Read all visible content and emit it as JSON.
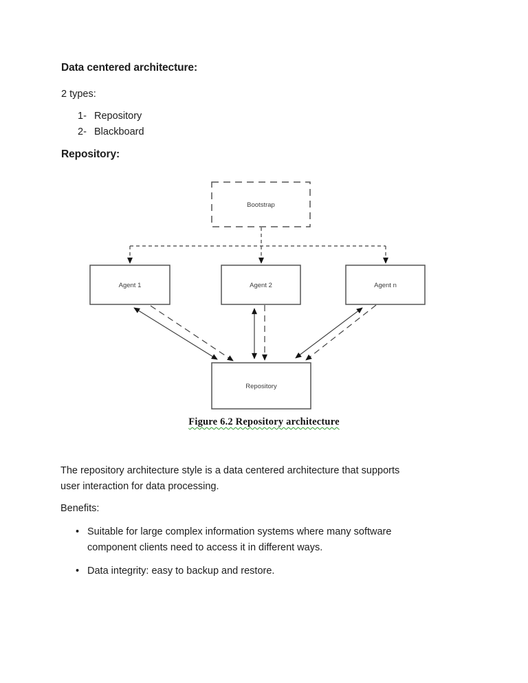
{
  "document": {
    "heading_data_centered": "Data centered architecture:",
    "types_intro": "2 types:",
    "types_list": [
      {
        "marker": "1-",
        "text": "Repository"
      },
      {
        "marker": "2-",
        "text": "Blackboard"
      }
    ],
    "heading_repository": "Repository:",
    "figure": {
      "caption": "Figure 6.2 Repository architecture",
      "nodes": {
        "bootstrap": "Bootstrap",
        "agent1": "Agent 1",
        "agent2": "Agent 2",
        "agentn": "Agent n",
        "repository": "Repository"
      }
    },
    "paragraph_lines": [
      "The repository architecture style is a data centered architecture that supports",
      "user interaction for data processing."
    ],
    "benefits_heading": "Benefits:",
    "bullet_char": "•",
    "benefits": [
      {
        "lines": [
          "Suitable for large complex information systems where many software",
          "component clients need to access it in different ways."
        ]
      },
      {
        "lines": [
          "Data integrity: easy to backup and restore."
        ]
      }
    ],
    "colors": {
      "body_text": "#1c1c1c",
      "diagram_stroke": "#545454",
      "arrow_fill": "#141414",
      "caption_squiggle_green": "#2f9e2f",
      "page_background": "#ffffff"
    }
  }
}
